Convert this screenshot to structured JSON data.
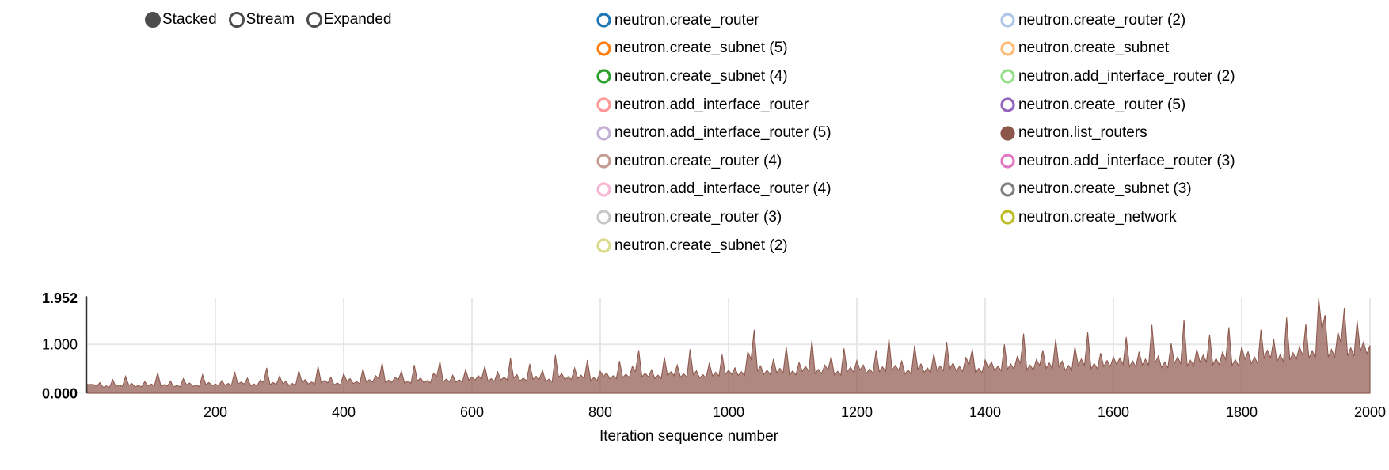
{
  "controls": {
    "options": [
      {
        "label": "Stacked",
        "selected": true
      },
      {
        "label": "Stream",
        "selected": false
      },
      {
        "label": "Expanded",
        "selected": false
      }
    ]
  },
  "legend": {
    "columns": [
      [
        {
          "name": "neutron.create_router",
          "color": "#1f77b4",
          "enabled": false
        },
        {
          "name": "neutron.create_subnet (5)",
          "color": "#ff7f0e",
          "enabled": false
        },
        {
          "name": "neutron.create_subnet (4)",
          "color": "#2ca02c",
          "enabled": false
        },
        {
          "name": "neutron.add_interface_router",
          "color": "#ff9896",
          "enabled": false
        },
        {
          "name": "neutron.add_interface_router (5)",
          "color": "#c5b0d5",
          "enabled": false
        },
        {
          "name": "neutron.create_router (4)",
          "color": "#c49c94",
          "enabled": false
        },
        {
          "name": "neutron.add_interface_router (4)",
          "color": "#f7b6d2",
          "enabled": false
        },
        {
          "name": "neutron.create_router (3)",
          "color": "#c7c7c7",
          "enabled": false
        },
        {
          "name": "neutron.create_subnet (2)",
          "color": "#dbdb8d",
          "enabled": false
        }
      ],
      [
        {
          "name": "neutron.create_router (2)",
          "color": "#aec7e8",
          "enabled": false
        },
        {
          "name": "neutron.create_subnet",
          "color": "#ffbb78",
          "enabled": false
        },
        {
          "name": "neutron.add_interface_router (2)",
          "color": "#98df8a",
          "enabled": false
        },
        {
          "name": "neutron.create_router (5)",
          "color": "#9467bd",
          "enabled": false
        },
        {
          "name": "neutron.list_routers",
          "color": "#8c564b",
          "enabled": true
        },
        {
          "name": "neutron.add_interface_router (3)",
          "color": "#e377c2",
          "enabled": false
        },
        {
          "name": "neutron.create_subnet (3)",
          "color": "#7f7f7f",
          "enabled": false
        },
        {
          "name": "neutron.create_network",
          "color": "#bcbd22",
          "enabled": false
        }
      ]
    ]
  },
  "chart_data": {
    "type": "area",
    "mode": "stacked",
    "title": "",
    "xlabel": "Iteration sequence number",
    "ylabel": "",
    "xlim": [
      0,
      2000
    ],
    "ylim": [
      0,
      1.952
    ],
    "grid": true,
    "legend_position": "top-right",
    "x_ticks": [
      200,
      400,
      600,
      800,
      1000,
      1200,
      1400,
      1600,
      1800,
      2000
    ],
    "y_ticks": [
      {
        "value": 0,
        "label": "0.000",
        "bold": true
      },
      {
        "value": 1,
        "label": "1.000",
        "bold": false
      },
      {
        "value": 1.952,
        "label": "1.952",
        "bold": true
      }
    ],
    "grid_color": "#e7e7e7",
    "axis_line_color": "#333333",
    "series": [
      {
        "name": "neutron.list_routers",
        "color": "#8c564b",
        "fill_opacity": 0.7,
        "x_start": 10,
        "x_step": 10,
        "values": [
          0.18,
          0.22,
          0.15,
          0.28,
          0.17,
          0.35,
          0.2,
          0.16,
          0.24,
          0.19,
          0.42,
          0.18,
          0.25,
          0.16,
          0.3,
          0.21,
          0.17,
          0.38,
          0.22,
          0.19,
          0.26,
          0.2,
          0.44,
          0.23,
          0.31,
          0.19,
          0.27,
          0.52,
          0.22,
          0.35,
          0.24,
          0.2,
          0.46,
          0.28,
          0.23,
          0.55,
          0.26,
          0.33,
          0.21,
          0.4,
          0.3,
          0.24,
          0.5,
          0.28,
          0.36,
          0.62,
          0.27,
          0.33,
          0.45,
          0.25,
          0.58,
          0.31,
          0.26,
          0.41,
          0.65,
          0.29,
          0.37,
          0.28,
          0.48,
          0.33,
          0.36,
          0.55,
          0.3,
          0.44,
          0.33,
          0.72,
          0.38,
          0.31,
          0.6,
          0.35,
          0.47,
          0.29,
          0.78,
          0.4,
          0.34,
          0.52,
          0.37,
          0.68,
          0.32,
          0.45,
          0.42,
          0.36,
          0.66,
          0.39,
          0.55,
          0.88,
          0.41,
          0.48,
          0.37,
          0.74,
          0.44,
          0.58,
          0.4,
          0.9,
          0.46,
          0.38,
          0.62,
          0.43,
          0.79,
          0.47,
          0.52,
          0.44,
          0.85,
          1.3,
          0.56,
          0.47,
          0.7,
          0.51,
          0.95,
          0.46,
          0.63,
          0.55,
          1.08,
          0.49,
          0.58,
          0.75,
          0.45,
          0.92,
          0.53,
          0.67,
          0.58,
          0.5,
          0.88,
          0.54,
          1.12,
          0.57,
          0.66,
          0.48,
          0.98,
          0.6,
          0.52,
          0.8,
          0.56,
          1.05,
          0.62,
          0.55,
          0.73,
          0.9,
          0.51,
          0.68,
          0.64,
          0.56,
          1.0,
          0.6,
          0.75,
          1.22,
          0.58,
          0.69,
          0.88,
          0.62,
          1.1,
          0.66,
          0.57,
          0.95,
          0.7,
          1.25,
          0.61,
          0.82,
          0.67,
          0.74,
          0.72,
          1.15,
          0.66,
          0.85,
          0.7,
          1.4,
          0.76,
          0.64,
          1.02,
          0.74,
          1.5,
          0.68,
          0.9,
          0.78,
          1.2,
          0.71,
          0.84,
          1.35,
          0.69,
          0.95,
          0.85,
          0.74,
          1.3,
          0.88,
          1.1,
          0.79,
          1.55,
          0.83,
          0.95,
          1.42,
          0.87,
          1.95,
          1.6,
          0.9,
          1.25,
          1.75,
          0.93,
          1.48,
          1.05,
          0.98
        ]
      }
    ]
  }
}
